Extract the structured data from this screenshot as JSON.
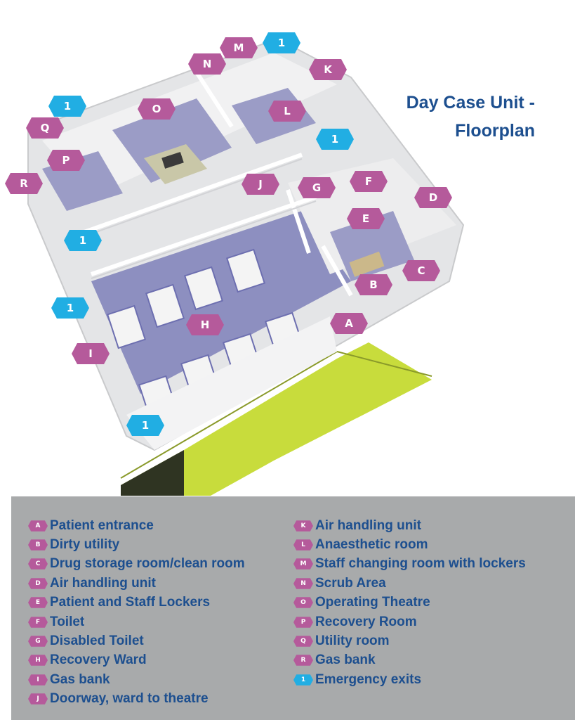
{
  "title": {
    "line1": "Day Case Unit -",
    "line2": "Floorplan"
  },
  "colors": {
    "room_marker": "#b55a9b",
    "exit_marker": "#21aee3",
    "title": "#1d4f8f",
    "legend_bg": "#a8aaab",
    "floor": "#8d8fc0",
    "ramp": "#c8dc3c"
  },
  "markers": [
    {
      "key": "M",
      "kind": "room"
    },
    {
      "key": "1",
      "kind": "exit"
    },
    {
      "key": "N",
      "kind": "room"
    },
    {
      "key": "K",
      "kind": "room"
    },
    {
      "key": "1",
      "kind": "exit"
    },
    {
      "key": "O",
      "kind": "room"
    },
    {
      "key": "L",
      "kind": "room"
    },
    {
      "key": "Q",
      "kind": "room"
    },
    {
      "key": "1",
      "kind": "exit"
    },
    {
      "key": "P",
      "kind": "room"
    },
    {
      "key": "R",
      "kind": "room"
    },
    {
      "key": "J",
      "kind": "room"
    },
    {
      "key": "G",
      "kind": "room"
    },
    {
      "key": "F",
      "kind": "room"
    },
    {
      "key": "D",
      "kind": "room"
    },
    {
      "key": "E",
      "kind": "room"
    },
    {
      "key": "1",
      "kind": "exit"
    },
    {
      "key": "C",
      "kind": "room"
    },
    {
      "key": "B",
      "kind": "room"
    },
    {
      "key": "1",
      "kind": "exit"
    },
    {
      "key": "H",
      "kind": "room"
    },
    {
      "key": "A",
      "kind": "room"
    },
    {
      "key": "I",
      "kind": "room"
    },
    {
      "key": "1",
      "kind": "exit"
    }
  ],
  "legend": {
    "left": [
      {
        "key": "A",
        "label": "Patient entrance"
      },
      {
        "key": "B",
        "label": "Dirty utility"
      },
      {
        "key": "C",
        "label": "Drug storage room/clean room"
      },
      {
        "key": "D",
        "label": "Air handling unit"
      },
      {
        "key": "E",
        "label": "Patient and Staff Lockers"
      },
      {
        "key": "F",
        "label": "Toilet"
      },
      {
        "key": "G",
        "label": "Disabled Toilet"
      },
      {
        "key": "H",
        "label": "Recovery Ward"
      },
      {
        "key": "I",
        "label": "Gas bank"
      },
      {
        "key": "J",
        "label": "Doorway, ward to theatre"
      }
    ],
    "right": [
      {
        "key": "K",
        "label": "Air handling unit"
      },
      {
        "key": "L",
        "label": "Anaesthetic room"
      },
      {
        "key": "M",
        "label": "Staff changing room with lockers"
      },
      {
        "key": "N",
        "label": "Scrub Area"
      },
      {
        "key": "O",
        "label": "Operating Theatre"
      },
      {
        "key": "P",
        "label": "Recovery Room"
      },
      {
        "key": "Q",
        "label": "Utility room"
      },
      {
        "key": "R",
        "label": "Gas bank"
      },
      {
        "key": "1",
        "label": "Emergency exits",
        "kind": "exit"
      }
    ]
  }
}
